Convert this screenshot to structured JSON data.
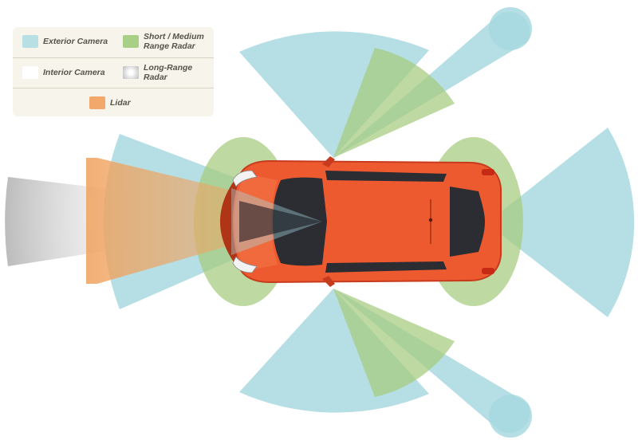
{
  "legend": {
    "items": [
      {
        "key": "exterior_camera",
        "label": "Exterior Camera",
        "swatch_color": "#b7dfe4"
      },
      {
        "key": "radar_short_medium",
        "label": "Short / Medium Range Radar",
        "swatch_color": "#a8cf86"
      },
      {
        "key": "interior_camera",
        "label": "Interior Camera",
        "swatch_color": "#ffffff"
      },
      {
        "key": "radar_long",
        "label": "Long-Range Radar",
        "swatch_color": "#c4c4c4"
      },
      {
        "key": "lidar",
        "label": "Lidar",
        "swatch_color": "#f2a86a"
      }
    ]
  },
  "colors": {
    "camera": "#a8d9e0",
    "radar": "#a8cc82",
    "radar_long": "#b5b5b5",
    "lidar": "#f0a25e",
    "car_body": "#ee5a2f",
    "car_dark": "#c63b1d",
    "glass": "#2c2c33",
    "legend_bg": "#f7f5eb"
  }
}
